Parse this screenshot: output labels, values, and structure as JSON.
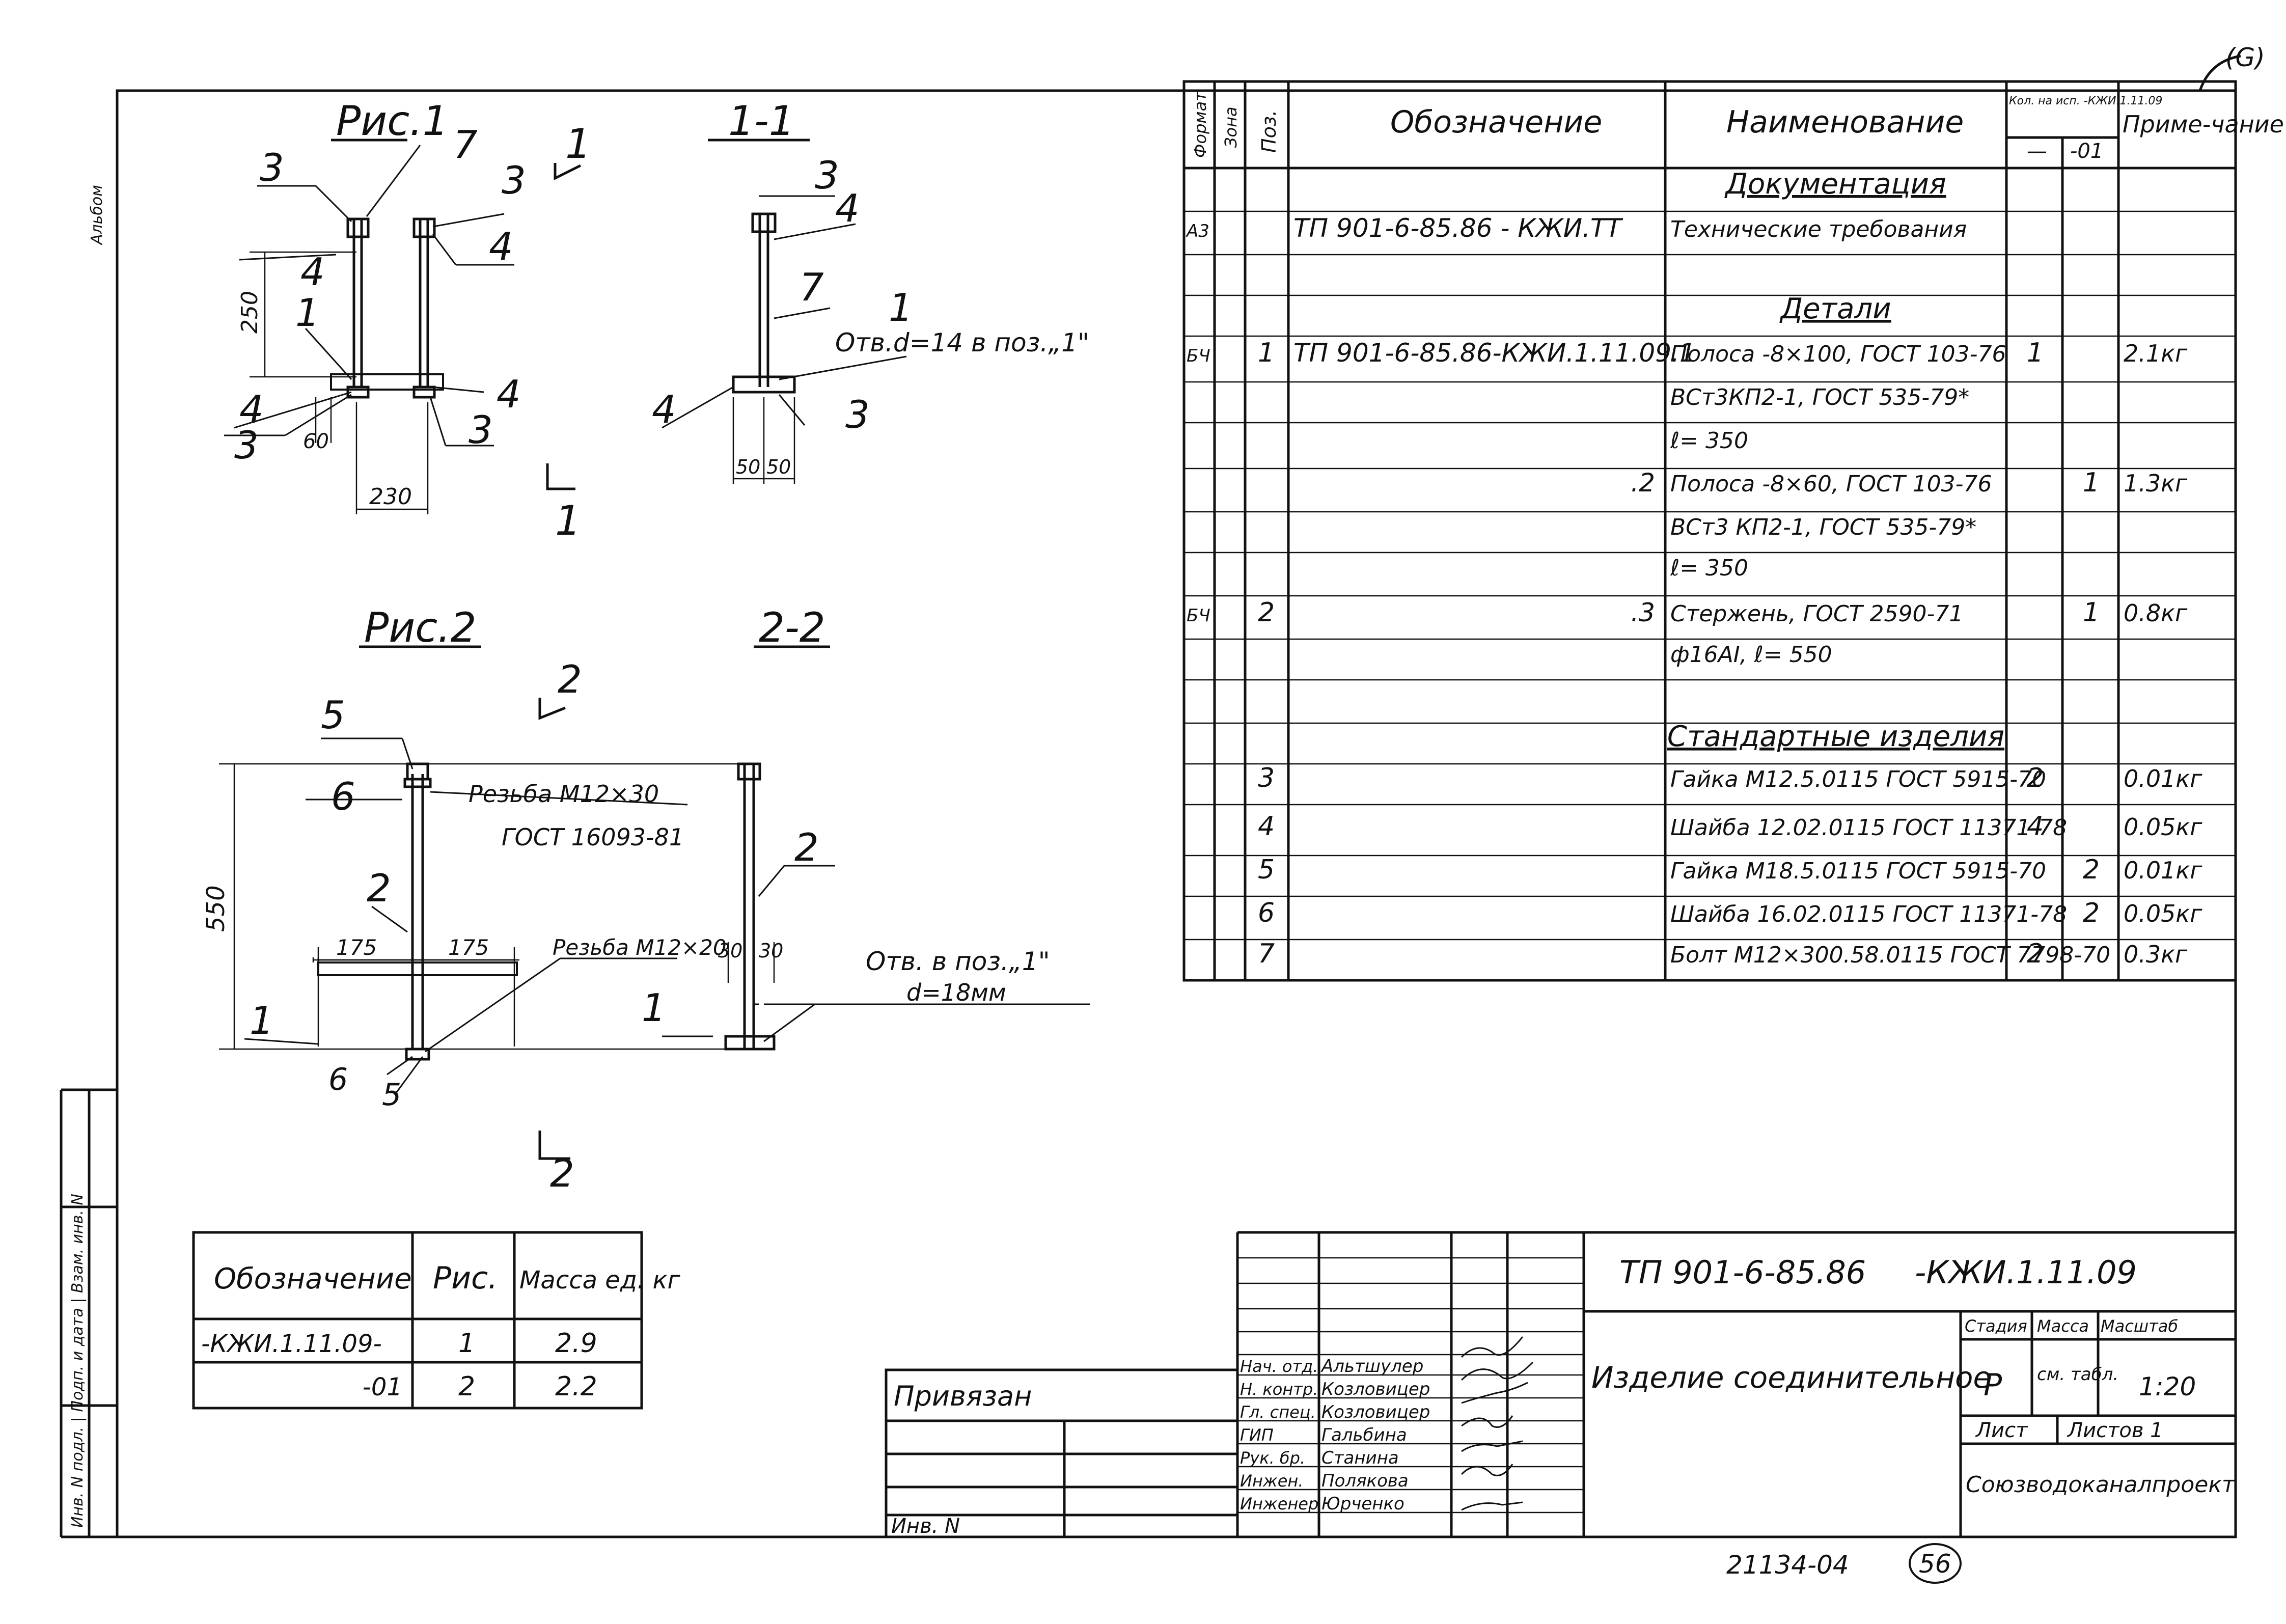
{
  "side_left": {
    "top_text": "Альбом",
    "bottom_text": "Инв. N подл. | Подп. и дата | Взам. инв. N"
  },
  "corner_mark": "(G)",
  "figures": {
    "fig1": {
      "title": "Рис.1",
      "sec1": "1-1",
      "cut": "1",
      "pos3": "3",
      "pos4": "4",
      "pos7": "7",
      "pos1": "1",
      "d250": "250",
      "d60": "60",
      "d230": "230",
      "d50": "50",
      "hole": "Отв.d=14 в поз.„1\""
    },
    "fig2": {
      "title": "Рис.2",
      "sec2": "2-2",
      "cut": "2",
      "pos5": "5",
      "pos6": "6",
      "pos2": "2",
      "pos1": "1",
      "d550": "550",
      "d175": "175",
      "d30": "30",
      "thread1": "Резьба М12×30",
      "thread1_std": "ГОСТ 16093-81",
      "thread2": "Резьба М12×20",
      "hole": "Отв. в поз.„1\"",
      "hole_d": "d=18мм"
    }
  },
  "spec_table": {
    "headers": {
      "format": "Формат",
      "zone": "Зона",
      "pos": "Поз.",
      "designation": "Обозначение",
      "name": "Наименование",
      "qty": "Кол. на исп. -КЖИ.1.11.09",
      "qty_a": "—",
      "qty_b": "-01",
      "note": "Приме-чание"
    },
    "rows": [
      {
        "format": "",
        "pos": "",
        "des": "",
        "name": "Документация",
        "qa": "",
        "qb": "",
        "note": "",
        "hdr": true
      },
      {
        "format": "А3",
        "pos": "",
        "des": "ТП 901-6-85.86 - КЖИ.ТТ",
        "name": "Технические требования",
        "qa": "",
        "qb": "",
        "note": ""
      },
      {
        "format": "",
        "pos": "",
        "des": "",
        "name": "",
        "qa": "",
        "qb": "",
        "note": ""
      },
      {
        "format": "",
        "pos": "",
        "des": "",
        "name": "Детали",
        "qa": "",
        "qb": "",
        "note": "",
        "hdr": true
      },
      {
        "format": "БЧ",
        "pos": "1",
        "des": "ТП 901-6-85.86-КЖИ.1.11.09.1",
        "name": "Полоса -8×100, ГОСТ 103-76",
        "qa": "1",
        "qb": "",
        "note": "2.1кг"
      },
      {
        "format": "",
        "pos": "",
        "des": "",
        "name": "ВСт3КП2-1, ГОСТ 535-79*",
        "qa": "",
        "qb": "",
        "note": ""
      },
      {
        "format": "",
        "pos": "",
        "des": "",
        "name": "ℓ= 350",
        "qa": "",
        "qb": "",
        "note": ""
      },
      {
        "format": "",
        "pos": "",
        "des": ".2",
        "name": "Полоса -8×60, ГОСТ 103-76",
        "qa": "",
        "qb": "1",
        "note": "1.3кг"
      },
      {
        "format": "",
        "pos": "",
        "des": "",
        "name": "ВСт3 КП2-1, ГОСТ 535-79*",
        "qa": "",
        "qb": "",
        "note": ""
      },
      {
        "format": "",
        "pos": "",
        "des": "",
        "name": "ℓ= 350",
        "qa": "",
        "qb": "",
        "note": ""
      },
      {
        "format": "БЧ",
        "pos": "2",
        "des": ".3",
        "name": "Стержень, ГОСТ 2590-71",
        "qa": "",
        "qb": "1",
        "note": "0.8кг"
      },
      {
        "format": "",
        "pos": "",
        "des": "",
        "name": "ф16АI, ℓ= 550",
        "qa": "",
        "qb": "",
        "note": ""
      },
      {
        "format": "",
        "pos": "",
        "des": "",
        "name": "",
        "qa": "",
        "qb": "",
        "note": ""
      },
      {
        "format": "",
        "pos": "",
        "des": "",
        "name": "Стандартные изделия",
        "qa": "",
        "qb": "",
        "note": "",
        "hdr": true
      },
      {
        "format": "",
        "pos": "3",
        "des": "",
        "name": "Гайка М12.5.0115 ГОСТ 5915-70",
        "qa": "2",
        "qb": "",
        "note": "0.01кг"
      },
      {
        "format": "",
        "pos": "4",
        "des": "",
        "name": "Шайба 12.02.0115 ГОСТ 11371-78",
        "qa": "4",
        "qb": "",
        "note": "0.05кг"
      },
      {
        "format": "",
        "pos": "5",
        "des": "",
        "name": "Гайка М18.5.0115 ГОСТ 5915-70",
        "qa": "",
        "qb": "2",
        "note": "0.01кг"
      },
      {
        "format": "",
        "pos": "6",
        "des": "",
        "name": "Шайба 16.02.0115 ГОСТ 11371-78",
        "qa": "",
        "qb": "2",
        "note": "0.05кг"
      },
      {
        "format": "",
        "pos": "7",
        "des": "",
        "name": "Болт М12×300.58.0115 ГОСТ 7798-70",
        "qa": "2",
        "qb": "",
        "note": "0.3кг"
      }
    ]
  },
  "mass_table": {
    "headers": {
      "des": "Обозначение",
      "fig": "Рис.",
      "mass": "Масса ед. кг"
    },
    "rows": [
      {
        "des": "-КЖИ.1.11.09-",
        "fig": "1",
        "mass": "2.9"
      },
      {
        "des": "-01",
        "fig": "2",
        "mass": "2.2"
      }
    ]
  },
  "stamp": {
    "code": "ТП 901-6-85.86",
    "code2": "-КЖИ.1.11.09",
    "title": "Изделие соединительное",
    "stage_h": "Стадия",
    "mass_h": "Масса",
    "scale_h": "Масштаб",
    "stage": "Р",
    "mass": "см. табл.",
    "scale": "1:20",
    "sheet_h": "Лист",
    "sheets_h": "Листов 1",
    "org": "Союзводоканалпроект",
    "bound": "Привязан",
    "inv": "Инв. N",
    "people": [
      {
        "role": "Нач. отд.",
        "name": "Альтшулер"
      },
      {
        "role": "Н. контр.",
        "name": "Козловицер"
      },
      {
        "role": "Гл. спец.",
        "name": "Козловицер"
      },
      {
        "role": "ГИП",
        "name": "Гальбина"
      },
      {
        "role": "Рук. бр.",
        "name": "Станина"
      },
      {
        "role": "Инжен.",
        "name": "Полякова"
      },
      {
        "role": "Инженер",
        "name": "Юрченко"
      }
    ]
  },
  "footer": {
    "number": "21134-04",
    "page": "56"
  }
}
